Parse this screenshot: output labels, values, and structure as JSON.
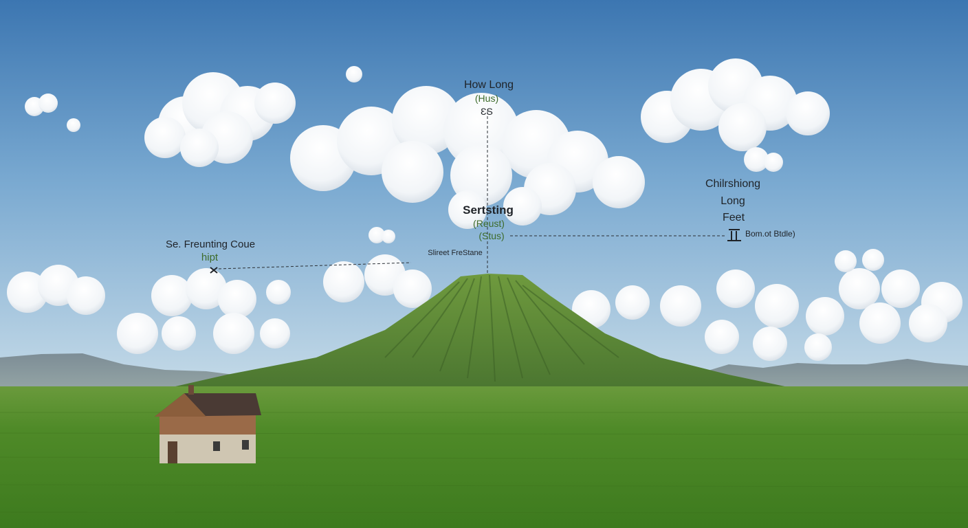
{
  "scene": {
    "colors": {
      "sky_top": "#3f79b3",
      "sky_bottom": "#bcd6e6",
      "grass": "#4f8c2a",
      "mountain": "#5e8a36",
      "house_wall": "#9a6a48",
      "house_roof": "#4a3a34"
    },
    "icons": [
      "cross-marker-icon",
      "caret-marker-icon",
      "flag-marker-icon"
    ]
  },
  "annotations": {
    "top": {
      "title": "How Long",
      "sub": "(Hus)",
      "marker": "ƐS"
    },
    "center": {
      "title": "Sertsting",
      "sub1": "(Reust)",
      "sub2": "(Stus)"
    },
    "center_note": "Slireet FreStane",
    "left": {
      "title": "Se. Freunting Coue",
      "sub": "hipt"
    },
    "right": {
      "line1": "Chilrshiong",
      "line2": "Long",
      "line3": "Feet",
      "note": "Bom.ot Btdle)"
    }
  }
}
